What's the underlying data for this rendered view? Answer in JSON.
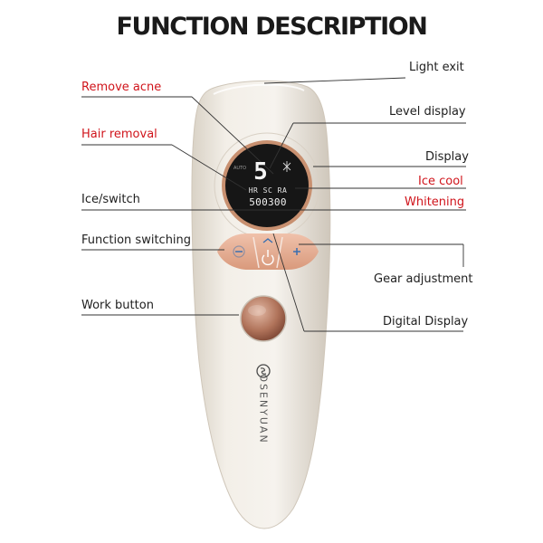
{
  "title": "FUNCTION DESCRIPTION",
  "labels": {
    "light_exit": "Light exit",
    "remove_acne": "Remove acne",
    "level_display": "Level display",
    "hair_removal": "Hair removal",
    "display": "Display",
    "ice_cool": "Ice cool",
    "ice_switch": "Ice/switch",
    "whitening": "Whitening",
    "function_switching": "Function switching",
    "gear_adjustment": "Gear adjustment",
    "work_button": "Work button",
    "digital_display": "Digital Display"
  },
  "screen": {
    "level": "5",
    "auto": "AUTO",
    "modes": "HR SC RA",
    "counter": "500300"
  },
  "brand": "OSENYUAN",
  "colors": {
    "accent_red": "#d0141b",
    "copper": "#e0a58a",
    "device_body": "#ede7dd",
    "screen_bg": "#161616"
  },
  "icons": [
    "minus-icon",
    "power-icon",
    "plus-icon",
    "snowflake-icon",
    "brand-logo-icon"
  ]
}
